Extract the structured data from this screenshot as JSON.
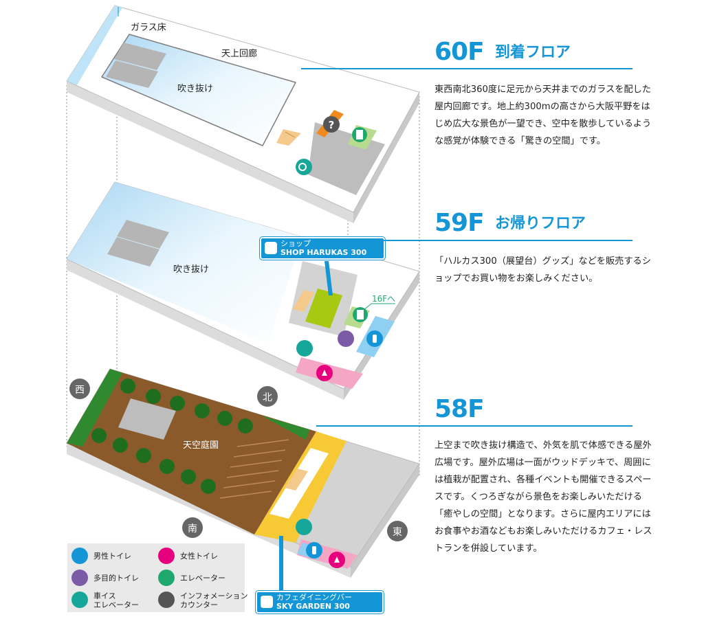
{
  "floors": {
    "f60": {
      "number": "60F",
      "name": "到着フロア",
      "description": "東西南北360度に足元から天井までのガラスを配した屋内回廊です。地上約300mの高さから大阪平野をはじめ広大な景色が一望でき、空中を散歩しているような感覚が体験できる「驚きの空間」です。",
      "labels": {
        "glass_floor": "ガラス床",
        "corridor": "天上回廊",
        "atrium": "吹き抜け"
      }
    },
    "f59": {
      "number": "59F",
      "name": "お帰りフロア",
      "description": "「ハルカス300（展望台）グッズ」などを販売するショップでお買い物をお楽しみください。",
      "labels": {
        "atrium": "吹き抜け",
        "to16f": "16Fへ"
      },
      "shop": {
        "line1": "ショップ",
        "line2": "SHOP HARUKAS 300"
      }
    },
    "f58": {
      "number": "58F",
      "name": "",
      "description": "上空まで吹き抜け構造で、外気を肌で体感できる屋外広場です。屋外広場は一面がウッドデッキで、周囲には植栽が配置され、各種イベントも開催できるスペースです。くつろぎながら景色をお楽しみいただける「癒やしの空間」となります。さらに屋内エリアにはお食事やお酒などもお楽しみいただけるカフェ・レストランを併設しています。",
      "labels": {
        "garden": "天空庭園"
      },
      "cafe": {
        "line1": "カフェダイニングバー",
        "line2": "SKY GARDEN 300"
      }
    }
  },
  "compass": {
    "west": "西",
    "north": "北",
    "south": "南",
    "east": "東"
  },
  "legend": [
    {
      "key": "mens",
      "label": "男性トイレ",
      "color": "#1496d6",
      "icon": "male-toilet-icon"
    },
    {
      "key": "womens",
      "label": "女性トイレ",
      "color": "#e6007e",
      "icon": "female-toilet-icon"
    },
    {
      "key": "multi",
      "label": "多目的トイレ",
      "color": "#7b5aa6",
      "icon": "multipurpose-toilet-icon"
    },
    {
      "key": "elevator",
      "label": "エレベーター",
      "color": "#1ea86e",
      "icon": "elevator-icon"
    },
    {
      "key": "wheel_line1",
      "label": "車イス",
      "color": "#17a79a",
      "icon": "wheelchair-elevator-icon"
    },
    {
      "key": "wheel_line2",
      "label": "エレベーター"
    },
    {
      "key": "info_line1",
      "label": "インフォメーション",
      "color": "#555555",
      "icon": "information-icon"
    },
    {
      "key": "info_line2",
      "label": "カウンター"
    }
  ],
  "colors": {
    "accent": "#1496d6",
    "deck": "#8a5a2b",
    "plant": "#2f8a2f",
    "cafe": "#f7c934",
    "shop": "#a8c812",
    "pink": "#f4a6c4",
    "lightblue": "#8fd0f2"
  }
}
